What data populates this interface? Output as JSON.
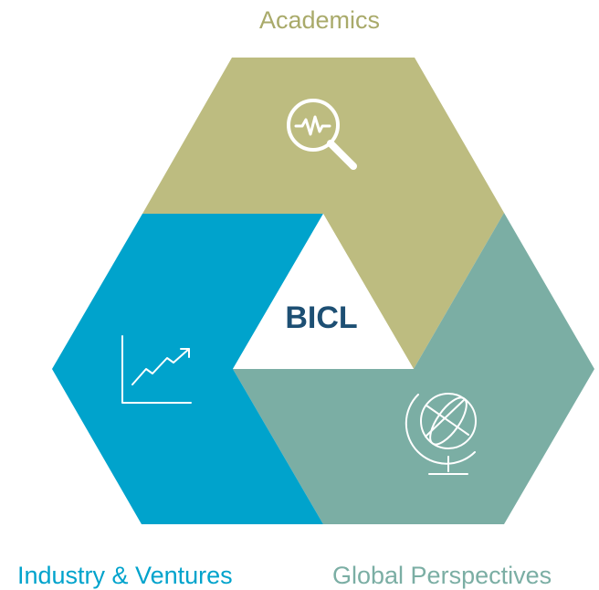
{
  "labels": {
    "academics": "Academics",
    "industry": "Industry & Ventures",
    "global": "Global Perspectives"
  },
  "center": {
    "text": "BICL"
  },
  "colors": {
    "academics": "#BDBC80",
    "academics_label": "#A9AA6A",
    "industry": "#00A3CC",
    "global": "#7BAEA4",
    "center_text": "#1D4F73",
    "background": "#FFFFFF",
    "icon": "#FFFFFF"
  },
  "icons": {
    "academics": "magnifier-pulse-icon",
    "industry": "growth-chart-icon",
    "global": "globe-icon"
  }
}
